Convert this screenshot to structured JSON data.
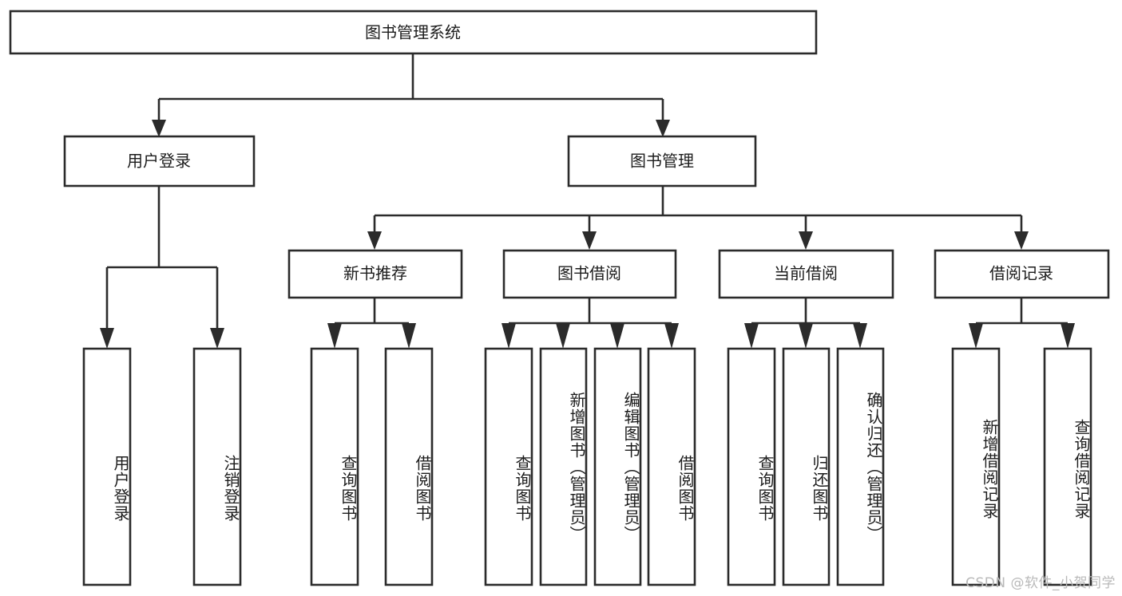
{
  "diagram": {
    "type": "tree",
    "title": "图书管理系统",
    "orientation": "top-down",
    "root": {
      "id": "root",
      "label": "图书管理系统"
    },
    "level2": [
      {
        "id": "user-login",
        "label": "用户登录"
      },
      {
        "id": "book-manage",
        "label": "图书管理"
      }
    ],
    "level3": [
      {
        "id": "new-book-recommend",
        "label": "新书推荐",
        "parent": "book-manage"
      },
      {
        "id": "book-borrow",
        "label": "图书借阅",
        "parent": "book-manage"
      },
      {
        "id": "current-borrow",
        "label": "当前借阅",
        "parent": "book-manage"
      },
      {
        "id": "borrow-record",
        "label": "借阅记录",
        "parent": "book-manage"
      }
    ],
    "leaves": [
      {
        "id": "leaf-user-login",
        "label": "用户登录",
        "parent": "user-login"
      },
      {
        "id": "leaf-logout-login",
        "label": "注销登录",
        "parent": "user-login"
      },
      {
        "id": "leaf-query-book-1",
        "label": "查询图书",
        "parent": "new-book-recommend"
      },
      {
        "id": "leaf-borrow-book-1",
        "label": "借阅图书",
        "parent": "new-book-recommend"
      },
      {
        "id": "leaf-query-book-2",
        "label": "查询图书",
        "parent": "book-borrow"
      },
      {
        "id": "leaf-add-book",
        "label": "新增图书（管理员）",
        "parent": "book-borrow"
      },
      {
        "id": "leaf-edit-book",
        "label": "编辑图书（管理员）",
        "parent": "book-borrow"
      },
      {
        "id": "leaf-borrow-book-2",
        "label": "借阅图书",
        "parent": "book-borrow"
      },
      {
        "id": "leaf-query-book-3",
        "label": "查询图书",
        "parent": "current-borrow"
      },
      {
        "id": "leaf-return-book",
        "label": "归还图书",
        "parent": "current-borrow"
      },
      {
        "id": "leaf-confirm-return",
        "label": "确认归还（管理员）",
        "parent": "current-borrow"
      },
      {
        "id": "leaf-add-record",
        "label": "新增借阅记录",
        "parent": "borrow-record"
      },
      {
        "id": "leaf-query-record",
        "label": "查询借阅记录",
        "parent": "borrow-record"
      }
    ],
    "colors": {
      "background": "#ffffff",
      "box_fill": "#ffffff",
      "box_stroke": "#2b2b2b",
      "text": "#1c1c1c",
      "watermark": "#b9b9b9"
    }
  },
  "watermark": {
    "text": "CSDN @软件_小贺同学"
  }
}
